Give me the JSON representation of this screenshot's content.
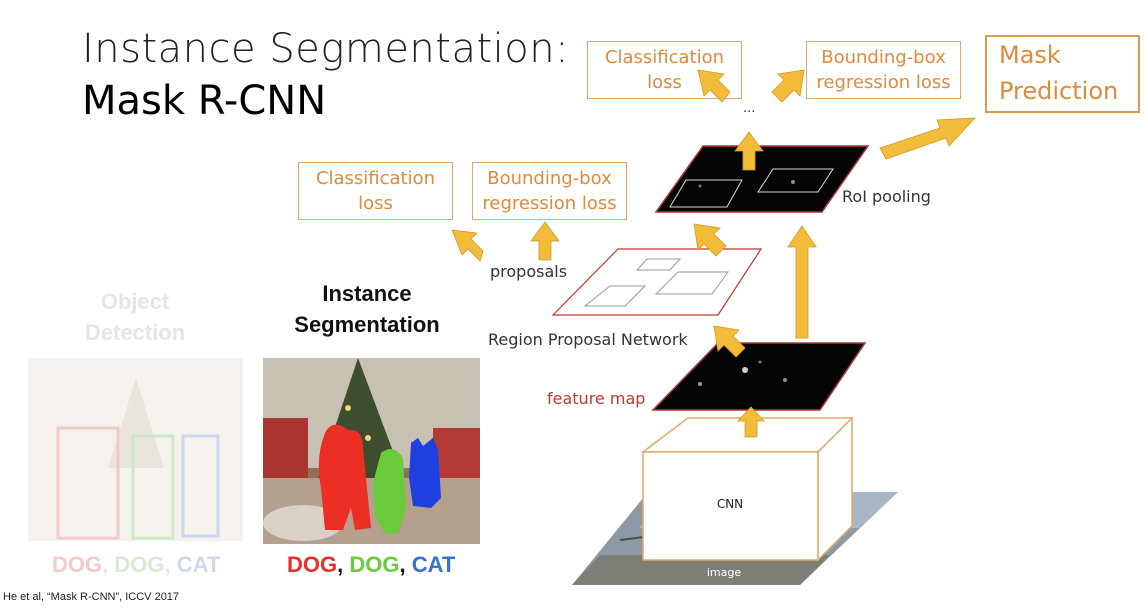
{
  "slide": {
    "title_line1": "Instance Segmentation:",
    "title_line2": "Mask R-CNN",
    "citation": "He et al, “Mask R-CNN”, ICCV 2017"
  },
  "left_panel": {
    "faded_title": "Object\nDetection",
    "faded_caption": {
      "dog1": "DOG",
      "sep1": ", ",
      "dog2": "DOG",
      "sep2": ", ",
      "cat": "CAT"
    }
  },
  "middle_panel": {
    "title": "Instance\nSegmentation",
    "caption": {
      "dog1": "DOG",
      "sep1": ", ",
      "dog2": "DOG",
      "sep2": ", ",
      "cat": "CAT"
    }
  },
  "diagram": {
    "top_cls_loss": "Classification\nloss",
    "top_bbox_loss": "Bounding-box\nregression loss",
    "mask_prediction": "Mask\nPrediction",
    "ellipsis": "...",
    "mid_cls_loss": "Classification\nloss",
    "mid_bbox_loss": "Bounding-box\nregression loss",
    "roi_pooling": "RoI pooling",
    "proposals": "proposals",
    "rpn": "Region Proposal Network",
    "feature_map": "feature map",
    "cnn": "CNN",
    "image": "image"
  },
  "colors": {
    "box_border": "#e4a66b",
    "box_text": "#e08a3c",
    "arrow": "#f2bb3a",
    "dog_red": "#e8302a",
    "dog_green": "#6acb3c",
    "cat_blue": "#3b6fd8"
  }
}
